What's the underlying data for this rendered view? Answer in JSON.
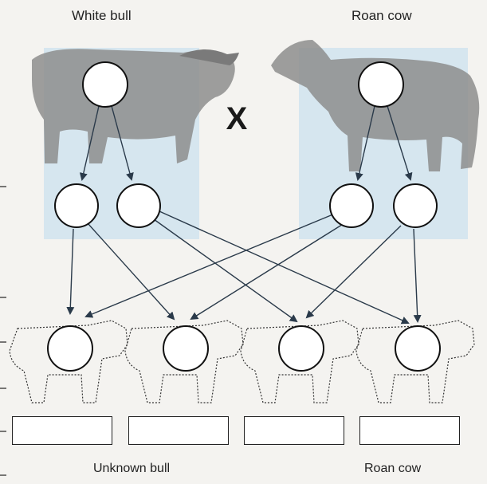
{
  "parents": {
    "left_label": "White bull",
    "right_label": "Roan cow",
    "cross_symbol": "X"
  },
  "offspring": {
    "answer_boxes": [
      "",
      "",
      "",
      ""
    ]
  },
  "bottom_labels": {
    "left": "Unknown bull",
    "right": "Roan cow"
  },
  "colors": {
    "ink": "#222222",
    "arrow": "#2a3a4a",
    "photo_tint": "#d6e6ef",
    "animal_gray": "#8d8d8d"
  }
}
